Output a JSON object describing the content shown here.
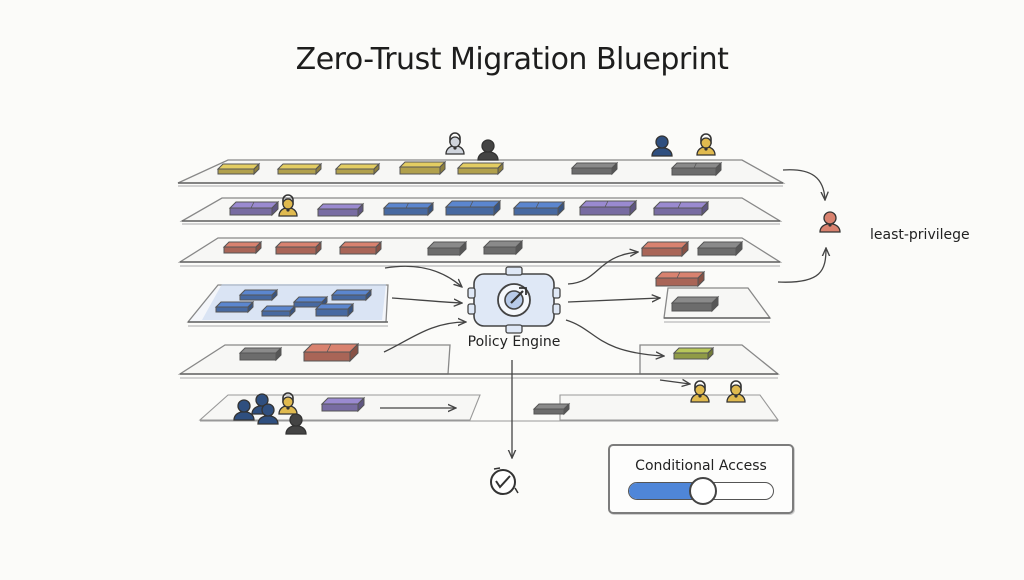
{
  "title": "Zero-Trust Migration Blueprint",
  "policy_engine": {
    "label": "Policy Engine",
    "icon": "gear-lock-icon"
  },
  "least_privilege": {
    "label": "least-privilege",
    "icon": "user-lock-icon"
  },
  "conditional_access": {
    "label": "Conditional Access",
    "toggle_level": 0.52
  },
  "audit_icon": "shield-clock-icon",
  "colors": {
    "yellow": "#e3cd62",
    "purple": "#9a8ad0",
    "blue": "#5b86cf",
    "salmon": "#d9826f",
    "gray": "#8a8a8a",
    "green": "#b8c75a",
    "navy": "#2f4f7f",
    "gold": "#e0ba4f",
    "ink": "#333333"
  }
}
